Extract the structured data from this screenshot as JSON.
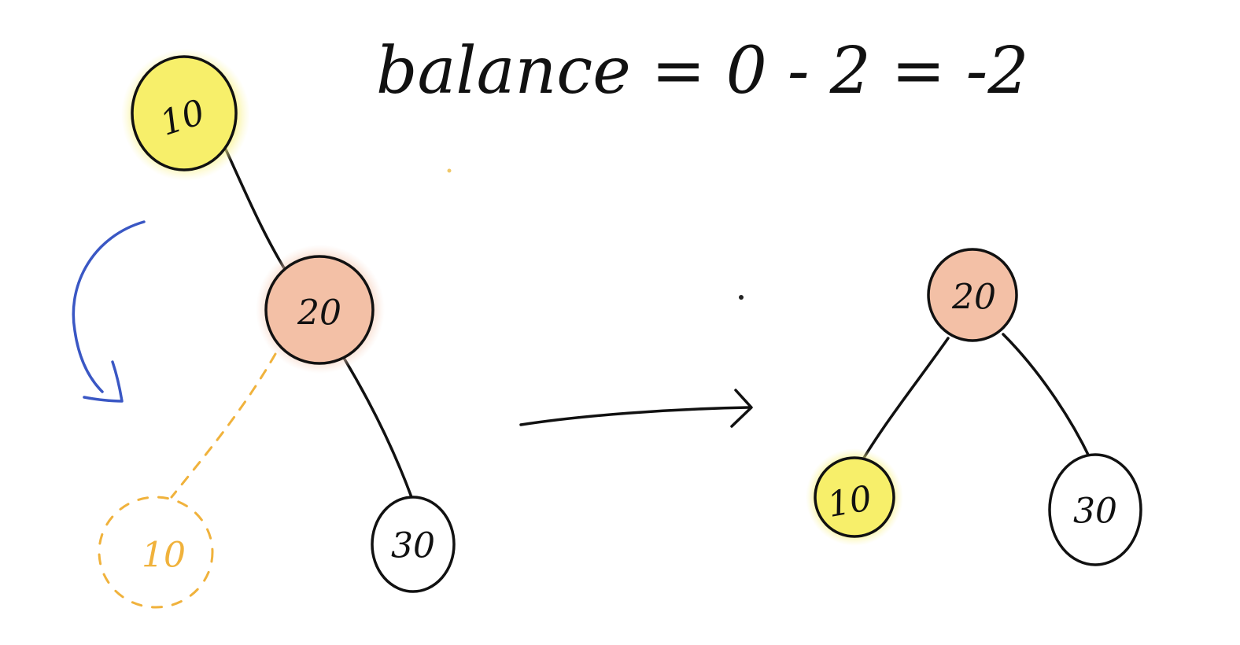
{
  "formula": {
    "text": "balance = 0 - 2 = -2"
  },
  "colors": {
    "ink": "#111111",
    "yellow_highlight": "#f7ef6a",
    "yellow_glow": "#fbf6b3",
    "salmon_highlight": "#f3c0a6",
    "salmon_glow": "#f8dccd",
    "rotation_arrow": "#3a57c4",
    "ghost_node": "#f0b23c"
  },
  "before_tree": {
    "root": {
      "label": "10",
      "fill": "yellow"
    },
    "middle": {
      "label": "20",
      "fill": "salmon"
    },
    "leaf": {
      "label": "30",
      "fill": "white"
    },
    "ghost": {
      "label": "10",
      "style": "dashed-orange"
    },
    "rotation_icon": "curved-arrow-counterclockwise-down"
  },
  "transform_arrow_icon": "right-arrow",
  "after_tree": {
    "root": {
      "label": "20",
      "fill": "salmon"
    },
    "left": {
      "label": "10",
      "fill": "yellow"
    },
    "right": {
      "label": "30",
      "fill": "white"
    }
  }
}
